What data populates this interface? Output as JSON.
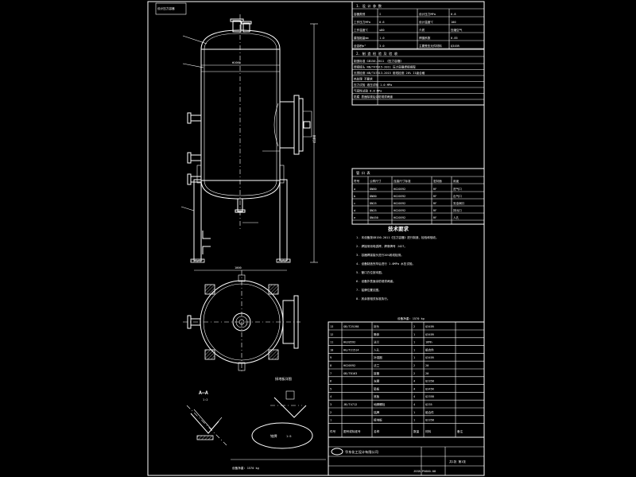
{
  "drawing": {
    "title_stamp": "设计压力容器",
    "view_label": "A—A",
    "section_scale": "1:2",
    "detail_label": "接地板详图",
    "nameplate_label": "铭牌",
    "nameplate_scale": "1:5",
    "section_title": "技术要求",
    "company_name": "华东化工设计有限公司",
    "weight_note": "设备净重: 1570 kg",
    "sheet_right": "共1张 第1张",
    "drawing_number": "JSSB-PV600-08"
  },
  "design_data": {
    "header": "1. 设 计 参 数",
    "rows": [
      [
        "容器类别",
        "I",
        "设计压力MPa",
        "0.8"
      ],
      [
        "工作压力MPa",
        "0.6",
        "设计温度℃",
        "100"
      ],
      [
        "工作温度℃",
        "≤80",
        "介质",
        "压缩空气"
      ],
      [
        "腐蚀裕量mm",
        "1.0",
        "焊缝系数",
        "0.85"
      ],
      [
        "全容积m³",
        "3.0",
        "主要受压元件材料",
        "Q345R"
      ]
    ]
  },
  "inspection": {
    "header": "2. 制 造 检 验 及 验 收",
    "lines": [
      "制造标准 GB150-2011 《压力容器》",
      "焊接接头 NB/T47015-2011 压力容器焊接规程",
      "无损检测 NB/T47013-2015 射线检测 20% II级合格",
      "热处理 不要求",
      "压力试验 液压试验 1.0 MPa",
      "气密性试验 0.8 MPa",
      "防腐 表面除锈后涂防锈漆两道"
    ]
  },
  "nozzle_table": {
    "header": "管 口 表",
    "columns": [
      "符号",
      "公称尺寸",
      "连接尺寸标准",
      "密封面",
      "用途"
    ],
    "rows": [
      [
        "a",
        "DN80",
        "HG20592",
        "RF",
        "进气口"
      ],
      [
        "b",
        "DN80",
        "HG20592",
        "RF",
        "出气口"
      ],
      [
        "c",
        "DN25",
        "HG20592",
        "RF",
        "安全阀口"
      ],
      [
        "d",
        "DN25",
        "HG20592",
        "RF",
        "排污口"
      ],
      [
        "e",
        "DN450",
        "HG20592",
        "RF",
        "人孔"
      ]
    ]
  },
  "tech_requirements": [
    "1. 本设备按GB150-2011《压力容器》进行制造、检验和验收。",
    "2. 焊接采用电弧焊，焊条牌号 J427。",
    "3. 容器焊接接头进行20%射线检测。",
    "4. 设备制造完毕后进行 1.0MPa 水压试验。",
    "5. 管口方位按本图。",
    "6. 设备外表面涂防锈漆两道。",
    "7. 铭牌位置见图。",
    "8. 其余按相关标准执行。"
  ],
  "parts_list": {
    "columns": [
      "件号",
      "图号或标准号",
      "名称",
      "数量",
      "材料",
      "备注"
    ],
    "rows": [
      [
        "13",
        "GB/T25198",
        "封头",
        "2",
        "Q345R",
        ""
      ],
      [
        "12",
        "",
        "筒体",
        "1",
        "Q345R",
        ""
      ],
      [
        "11",
        "HG20592",
        "法兰",
        "1",
        "16Mn",
        ""
      ],
      [
        "10",
        "HG/T21514",
        "人孔",
        "1",
        "组合件",
        ""
      ],
      [
        "9",
        "",
        "补强圈",
        "1",
        "Q345R",
        ""
      ],
      [
        "8",
        "HG20592",
        "法兰",
        "2",
        "20",
        ""
      ],
      [
        "7",
        "GB/T8163",
        "接管",
        "2",
        "20",
        ""
      ],
      [
        "6",
        "",
        "支腿",
        "4",
        "Q235B",
        ""
      ],
      [
        "5",
        "",
        "垫板",
        "4",
        "Q345R",
        ""
      ],
      [
        "4",
        "",
        "底板",
        "4",
        "Q235B",
        ""
      ],
      [
        "3",
        "JB/T4712",
        "地脚螺栓",
        "4",
        "Q235",
        ""
      ],
      [
        "2",
        "",
        "铭牌",
        "1",
        "组合件",
        ""
      ],
      [
        "1",
        "",
        "接地板",
        "1",
        "Q235B",
        ""
      ]
    ]
  },
  "main_dims": {
    "height": "4100",
    "diameter": "Φ1000",
    "leg_span": "1000"
  }
}
